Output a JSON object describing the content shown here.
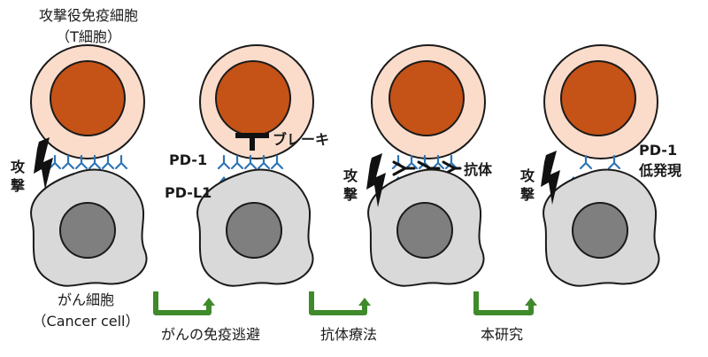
{
  "labels": {
    "t_cell_line1": "攻撃役免疫細胞",
    "t_cell_line2": "（T細胞）",
    "cancer_line1": "がん細胞",
    "cancer_line2": "（Cancer cell）",
    "attack1_a": "攻",
    "attack1_b": "撃",
    "attack3_a": "攻",
    "attack3_b": "撃",
    "attack4_a": "攻",
    "attack4_b": "撃",
    "pd1": "PD-1",
    "pdl1": "PD-L1",
    "brake": "ブレーキ",
    "antibody": "抗体",
    "pd1_low_line1": "PD-1",
    "pd1_low_line2": "低発現",
    "step1": "がんの免疫逃避",
    "step2": "抗体療法",
    "step3": "本研究"
  },
  "colors": {
    "t_cell_outer": "#fbdccb",
    "t_cell_nucleus": "#c55216",
    "cancer_cell": "#d9d9d9",
    "cancer_nucleus": "#7f7f7f",
    "receptor": "#2e75b6",
    "arrow": "#3f8a2a",
    "outline": "#1a1a1a"
  },
  "icons": [
    "lightning-bolt-icon",
    "curved-arrow-icon",
    "brake-t-icon",
    "antibody-icon"
  ]
}
